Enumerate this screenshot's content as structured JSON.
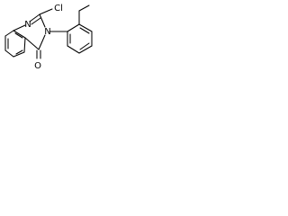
{
  "molecule": {
    "atom_labels": {
      "cl": "Cl",
      "n1": "N",
      "n3": "N",
      "o": "O"
    }
  }
}
